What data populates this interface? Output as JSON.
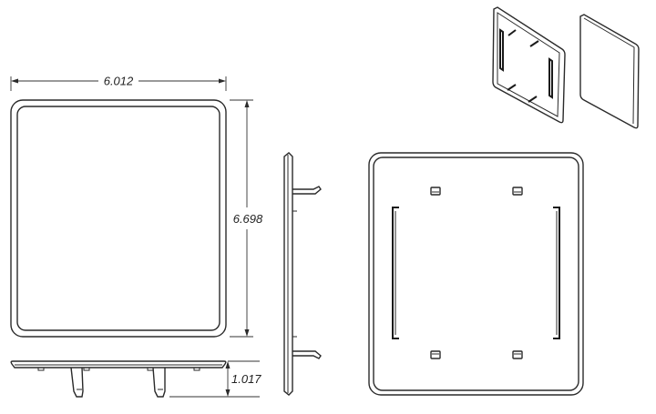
{
  "dimensions": {
    "width": "6.012",
    "height": "6.698",
    "depth": "1.017"
  }
}
